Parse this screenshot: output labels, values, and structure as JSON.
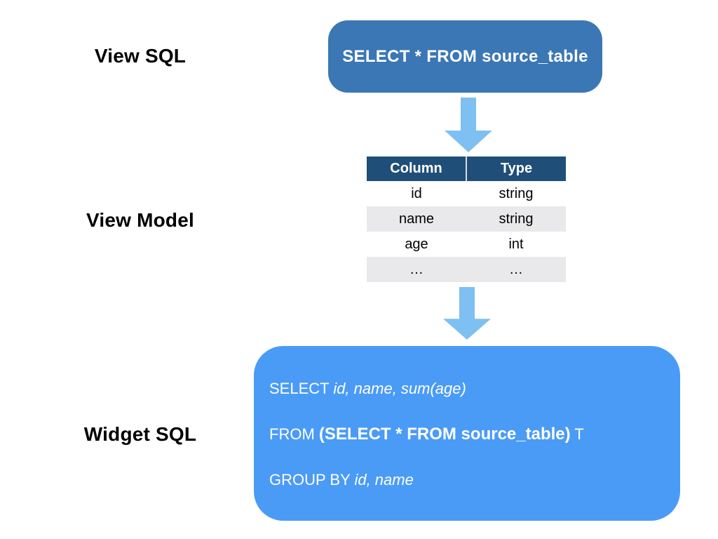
{
  "colors": {
    "view_sql_box_bg": "#3b77b5",
    "widget_sql_box_bg": "#4a9bf6",
    "arrow": "#7ec0f1",
    "table_header_bg": "#1f4e79",
    "table_stripe_bg": "#e9e9eb",
    "text_on_blue": "#ffffff",
    "label_text": "#000000"
  },
  "labels": {
    "view_sql": "View SQL",
    "view_model": "View Model",
    "widget_sql": "Widget SQL"
  },
  "view_sql_box": {
    "sql": "SELECT * FROM source_table"
  },
  "view_model_table": {
    "headers": [
      "Column",
      "Type"
    ],
    "rows": [
      [
        "id",
        "string"
      ],
      [
        "name",
        "string"
      ],
      [
        "age",
        "int"
      ],
      [
        "…",
        "…"
      ]
    ]
  },
  "widget_sql_box": {
    "line1": {
      "keyword": "SELECT ",
      "fields": "id, name, sum(age)"
    },
    "line2": {
      "keyword": "FROM ",
      "subquery": "(SELECT * FROM source_table)",
      "alias": " T"
    },
    "line3": {
      "keyword": "GROUP BY ",
      "fields": "id, name"
    }
  }
}
